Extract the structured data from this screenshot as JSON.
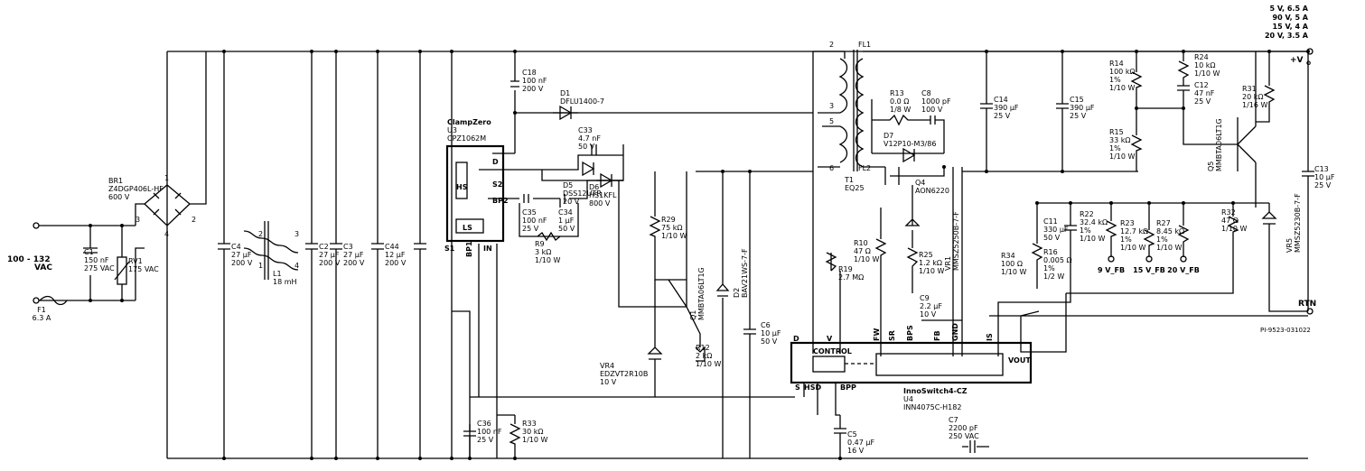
{
  "outputs": {
    "l1": "5 V, 6.5 A",
    "l2": "90 V, 5 A",
    "l3": "15 V, 4 A",
    "l4": "20 V, 3.5 A",
    "vo": "+V",
    "vo_sub": "O",
    "rtn": "RTN"
  },
  "input": {
    "vac1": "100 - 132",
    "vac2": "VAC"
  },
  "drawing_id": "PI-9523-031022",
  "parts": {
    "F1": [
      "F1",
      "6.3 A"
    ],
    "C1": [
      "C1",
      "150 nF",
      "275 VAC"
    ],
    "RV1": [
      "RV1",
      "175 VAC"
    ],
    "BR1": [
      "BR1",
      "Z4DGP406L-HF",
      "600 V"
    ],
    "C4": [
      "C4",
      "27 µF",
      "200 V"
    ],
    "L1": [
      "L1",
      "18 mH"
    ],
    "C2": [
      "C2",
      "27 µF",
      "200 V"
    ],
    "C3": [
      "C3",
      "27 µF",
      "200 V"
    ],
    "C44": [
      "C44",
      "12 µF",
      "200 V"
    ],
    "C18": [
      "C18",
      "100 nF",
      "200 V"
    ],
    "D1": [
      "D1",
      "DFLU1400-7"
    ],
    "U3": [
      "ClampZero",
      "U3",
      "CPZ1062M"
    ],
    "C33": [
      "C33",
      "4.7 nF",
      "50 V"
    ],
    "D5": [
      "D5",
      "DSS12UTR",
      "20 V"
    ],
    "D6": [
      "D6",
      "HS1KFL",
      "800 V"
    ],
    "C35": [
      "C35",
      "100 nF",
      "25 V"
    ],
    "C34": [
      "C34",
      "1 µF",
      "50 V"
    ],
    "R9": [
      "R9",
      "3 kΩ",
      "1/10 W"
    ],
    "R29": [
      "R29",
      "75 kΩ",
      "1/10 W"
    ],
    "Q1": [
      "Q1",
      "MMBTA06LT1G"
    ],
    "VR4": [
      "VR4",
      "EDZVT2R10B",
      "10 V"
    ],
    "R12": [
      "R12",
      "2 kΩ",
      "1/10 W"
    ],
    "D2": [
      "D2",
      "BAV21WS-7-F"
    ],
    "C6": [
      "C6",
      "10 µF",
      "50 V"
    ],
    "C36": [
      "C36",
      "100 nF",
      "25 V"
    ],
    "R33": [
      "R33",
      "30 kΩ",
      "1/10 W"
    ],
    "R19": [
      "R19",
      "2.7 MΩ"
    ],
    "R10": [
      "R10",
      "47 Ω",
      "1/10 W"
    ],
    "C5": [
      "C5",
      "0.47 µF",
      "16 V"
    ],
    "C7": [
      "C7",
      "2200 pF",
      "250 VAC"
    ],
    "T1": [
      "T1",
      "EQ25"
    ],
    "R13": [
      "R13",
      "0.0 Ω",
      "1/8 W"
    ],
    "C8": [
      "C8",
      "1000 pF",
      "100 V"
    ],
    "D7": [
      "D7",
      "V12P10-M3/86"
    ],
    "Q4": [
      "Q4",
      "AON6220"
    ],
    "R25": [
      "R25",
      "1.2 kΩ",
      "1/10 W"
    ],
    "VR1": [
      "VR1",
      "MMSZ5250B-7-F"
    ],
    "C9": [
      "C9",
      "2.2 µF",
      "10 V"
    ],
    "C14": [
      "C14",
      "390 µF",
      "25 V"
    ],
    "C15": [
      "C15",
      "390 µF",
      "25 V"
    ],
    "C11": [
      "C11",
      "330 µF",
      "50 V"
    ],
    "R22": [
      "R22",
      "32.4 kΩ",
      "1%",
      "1/10 W"
    ],
    "R34": [
      "R34",
      "100 Ω",
      "1/10 W"
    ],
    "R16": [
      "R16",
      "0.005 Ω",
      "1%",
      "1/2 W"
    ],
    "R14": [
      "R14",
      "100 kΩ",
      "1%",
      "1/10 W"
    ],
    "R15": [
      "R15",
      "33 kΩ",
      "1%",
      "1/10 W"
    ],
    "R24": [
      "R24",
      "10 kΩ",
      "1/10 W"
    ],
    "C12": [
      "C12",
      "47 nF",
      "25 V"
    ],
    "Q5": [
      "Q5",
      "MMBTA06LT1G"
    ],
    "R31": [
      "R31",
      "20 kΩ",
      "1/16 W"
    ],
    "R23": [
      "R23",
      "12.7 kΩ",
      "1%",
      "1/10 W"
    ],
    "R27": [
      "R27",
      "8.45 kΩ",
      "1%",
      "1/10 W"
    ],
    "R32": [
      "R32",
      "47 Ω",
      "1/10 W"
    ],
    "VR5": [
      "VR5",
      "MMSZ5230B-7-F"
    ],
    "C13": [
      "C13",
      "10 µF",
      "25 V"
    ],
    "U4": [
      "InnoSwitch4-CZ",
      "U4",
      "INN4075C-H182"
    ]
  },
  "pins": {
    "u3_d": "D",
    "u3_hs": "HS",
    "u3_s2": "S2",
    "u3_bp2": "BP2",
    "u3_ls": "LS",
    "u3_s1": "S1",
    "u3_bp1": "BP1",
    "u3_in": "IN",
    "u4_d": "D",
    "u4_v": "V",
    "u4_fw": "FW",
    "u4_sr": "SR",
    "u4_bps": "BPS",
    "u4_fb": "FB",
    "u4_gnd": "GND",
    "u4_is": "IS",
    "u4_control": "CONTROL",
    "u4_vout": "VOUT",
    "u4_s": "S",
    "u4_hsd": "HSD",
    "u4_bpp": "BPP",
    "t_2": "2",
    "t_3": "3",
    "t_5": "5",
    "t_6": "6",
    "t_fl1": "FL1",
    "t_fl2": "FL2",
    "br_1": "1",
    "br_2": "2",
    "br_3": "3",
    "br_4": "4",
    "l1_1": "1",
    "l1_2": "2",
    "l1_3": "3",
    "l1_4": "4"
  },
  "fb_labels": {
    "v9": "9 V_FB",
    "v15": "15 V_FB",
    "v20": "20 V_FB"
  }
}
